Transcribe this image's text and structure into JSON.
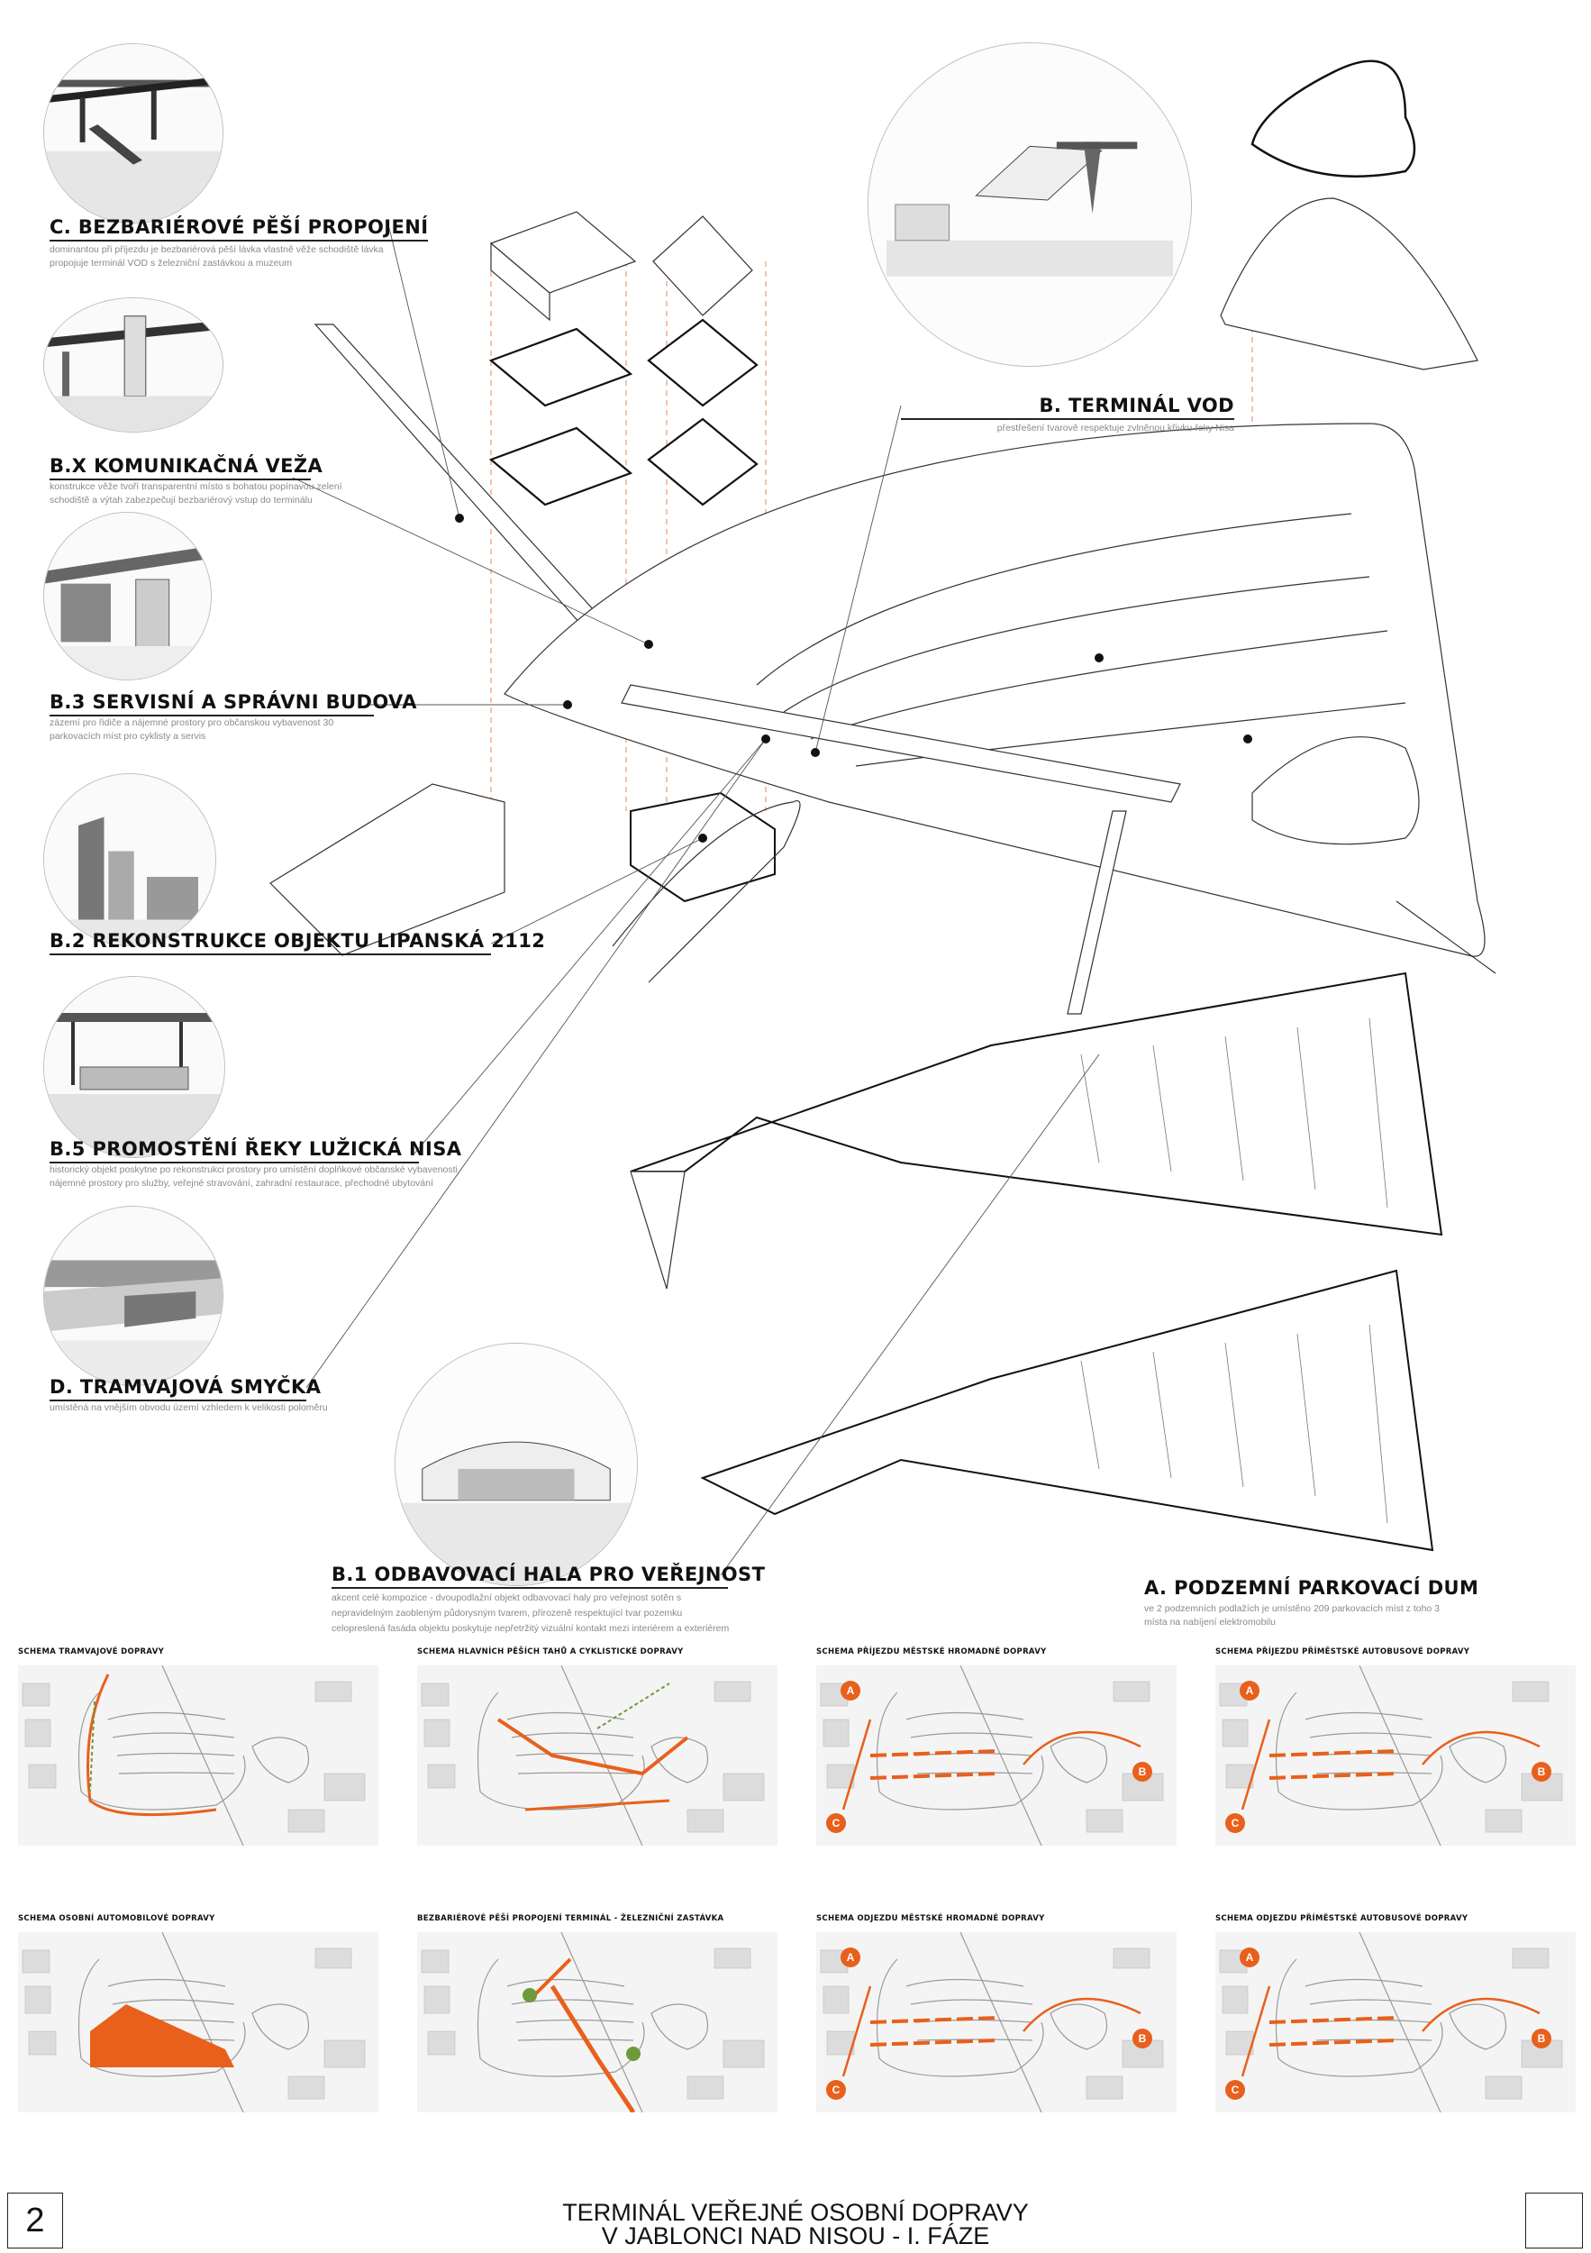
{
  "labels": [
    {
      "id": "c",
      "title": "C. BEZBARIÉROVÉ PĚŠÍ PROPOJENÍ",
      "desc": "dominantou při příjezdu je bezbariérová pěší lávka vlastně věže schodiště lávka propojuje terminál VOD s železniční zastávkou a muzeum"
    },
    {
      "id": "bx",
      "title": "B.X KOMUNIKAČNÁ VEŽA",
      "desc": "konstrukce věže tvoří transparentní místo s bohatou popínavou zelení schodiště a výtah zabezpečují bezbariérový vstup do terminálu"
    },
    {
      "id": "b3",
      "title": "B.3 SERVISNÍ A SPRÁVNI BUDOVA",
      "desc": "zázemí pro řidiče a nájemné prostory pro občanskou vybavenost 30 parkovacích míst pro cyklisty a servis"
    },
    {
      "id": "b2",
      "title": "B.2 REKONSTRUKCE OBJEKTU LIPANSKÁ 2112",
      "desc": ""
    },
    {
      "id": "b5",
      "title": "B.5 PROMOSTĚNÍ ŘEKY LUŽICKÁ NISA",
      "desc": "historický objekt poskytne po rekonstrukci prostory pro umístění doplňkové občanské vybavenosti, nájemné prostory pro služby, veřejné stravování, zahradní restaurace, přechodné ubytování"
    },
    {
      "id": "d",
      "title": "D. TRAMVAJOVÁ SMYČKA",
      "desc": "umístěná na vnějším obvodu území vzhledem k velikosti poloměru"
    },
    {
      "id": "b1",
      "title": "B.1 ODBAVOVACÍ HALA PRO VEŘEJNOST",
      "desc": "akcent celé kompozice - dvoupodlažní objekt odbavovací haly pro veřejnost sotěn s nepravidelným zaobleným půdorysným tvarem, přirozeně respektující tvar pozemku celopreslená fasáda objektu poskytuje nepřetržitý vizuální kontakt mezi interiérem a exteriérem"
    },
    {
      "id": "b",
      "title": "B. TERMINÁL VOD",
      "desc": "přestřešení tvarově respektuje zvlněnou křivku řeky Nisa"
    },
    {
      "id": "a",
      "title": "A. PODZEMNÍ PARKOVACÍ DUM",
      "desc": "ve 2 podzemních podlažích je umístěno 209 parkovacích míst z toho 3 místa na nabíjení elektromobilu"
    }
  ],
  "schemas": [
    {
      "title": "SCHEMA TRAMVAJOVÉ DOPRAVY",
      "markers": []
    },
    {
      "title": "SCHEMA HLAVNÍCH PĚŠÍCH TAHŮ A CYKLISTICKÉ DOPRAVY",
      "markers": []
    },
    {
      "title": "SCHEMA PŘÍJEZDU MĚSTSKÉ HROMADNÉ DOPRAVY",
      "markers": [
        "A",
        "B",
        "C"
      ]
    },
    {
      "title": "SCHEMA PŘÍJEZDU PŘÍMĚSTSKÉ AUTOBUSOVÉ DOPRAVY",
      "markers": [
        "A",
        "B",
        "C"
      ]
    },
    {
      "title": "SCHEMA OSOBNÍ AUTOMOBILOVÉ DOPRAVY",
      "markers": []
    },
    {
      "title": "BEZBARIÉROVÉ PĚŠÍ PROPOJENÍ TERMINÁL - ŽELEZNIČNÍ ZASTÁVKA",
      "markers": []
    },
    {
      "title": "SCHEMA ODJEZDU MĚSTSKÉ HROMADNÉ DOPRAVY",
      "markers": [
        "A",
        "B",
        "C"
      ]
    },
    {
      "title": "SCHEMA ODJEZDU PŘÍMĚSTSKÉ AUTOBUSOVÉ DOPRAVY",
      "markers": [
        "A",
        "B",
        "C"
      ]
    }
  ],
  "footer": {
    "page_number": "2",
    "title_line1": "TERMINÁL VEŘEJNÉ OSOBNÍ DOPRAVY",
    "title_line2": "V JABLONCI NAD NISOU - I. FÁZE"
  },
  "colors": {
    "accent": "#e8601c",
    "ink": "#222222",
    "muted": "#8a8a8a",
    "green": "#6e9a3c"
  }
}
